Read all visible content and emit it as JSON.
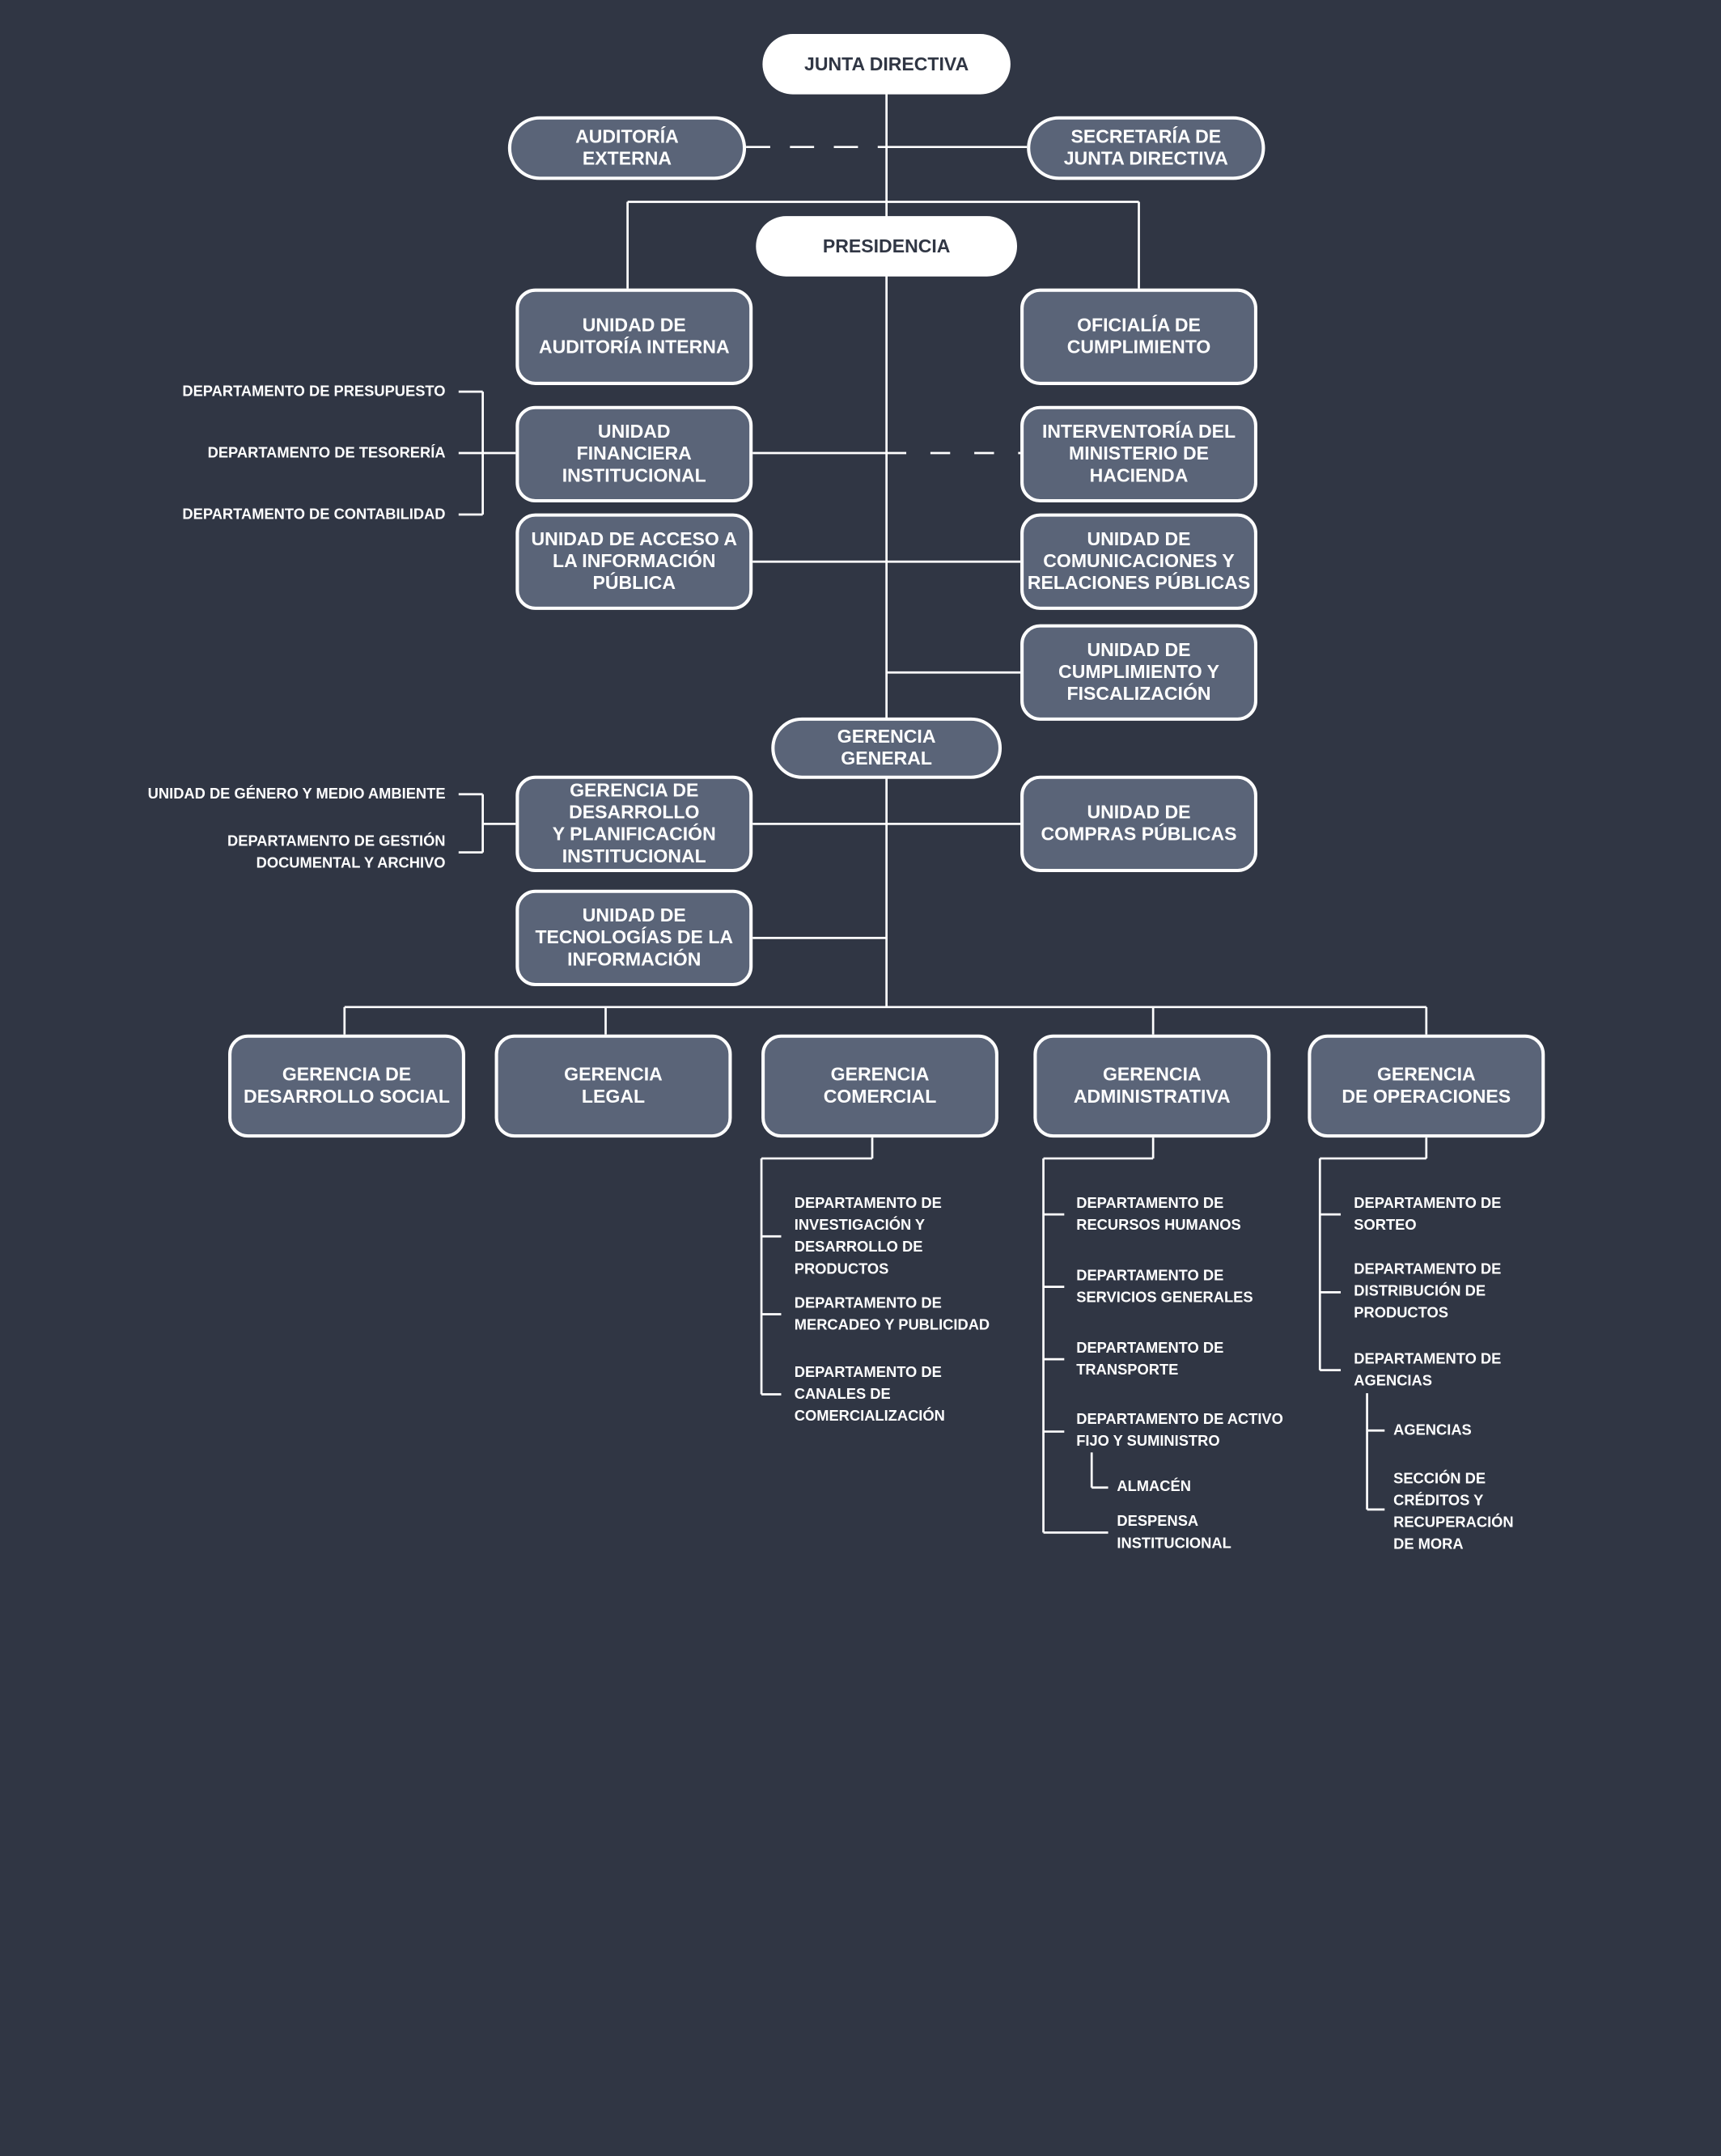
{
  "top": {
    "junta": "JUNTA DIRECTIVA",
    "auditoria_externa": "AUDITORÍA\nEXTERNA",
    "secretaria": "SECRETARÍA DE\nJUNTA DIRECTIVA",
    "presidencia": "PRESIDENCIA"
  },
  "units": {
    "auditoria_interna": "UNIDAD DE\nAUDITORÍA INTERNA",
    "oficialia": "OFICIALÍA DE\nCUMPLIMIENTO",
    "financiera": "UNIDAD\nFINANCIERA\nINSTITUCIONAL",
    "interventoria": "INTERVENTORÍA DEL\nMINISTERIO DE\nHACIENDA",
    "acceso_info": "UNIDAD DE ACCESO A\nLA INFORMACIÓN\nPÚBLICA",
    "comunicaciones": "UNIDAD DE\nCOMUNICACIONES Y\nRELACIONES PÚBLICAS",
    "cumplimiento_fisc": "UNIDAD DE\nCUMPLIMIENTO Y\nFISCALIZACIÓN",
    "gerencia_general": "GERENCIA\nGENERAL",
    "desarrollo_planif": "GERENCIA DE\nDESARROLLO\nY PLANIFICACIÓN\nINSTITUCIONAL",
    "compras": "UNIDAD DE\nCOMPRAS PÚBLICAS",
    "tecnologias": "UNIDAD DE\nTECNOLOGÍAS DE LA\nINFORMACIÓN"
  },
  "financiera_depts": [
    "DEPARTAMENTO DE PRESUPUESTO",
    "DEPARTAMENTO DE TESORERÍA",
    "DEPARTAMENTO DE CONTABILIDAD"
  ],
  "desarrollo_depts": [
    "UNIDAD DE GÉNERO Y MEDIO AMBIENTE",
    "DEPARTAMENTO DE GESTIÓN\nDOCUMENTAL Y ARCHIVO"
  ],
  "gerencias": [
    "GERENCIA DE\nDESARROLLO SOCIAL",
    "GERENCIA\nLEGAL",
    "GERENCIA\nCOMERCIAL",
    "GERENCIA\nADMINISTRATIVA",
    "GERENCIA\nDE OPERACIONES"
  ],
  "comercial_depts": [
    "DEPARTAMENTO DE\nINVESTIGACIÓN Y\nDESARROLLO DE\nPRODUCTOS",
    "DEPARTAMENTO DE\nMERCADEO Y PUBLICIDAD",
    "DEPARTAMENTO DE\nCANALES DE\nCOMERCIALIZACIÓN"
  ],
  "administrativa_depts": [
    "DEPARTAMENTO DE\nRECURSOS HUMANOS",
    "DEPARTAMENTO DE\nSERVICIOS GENERALES",
    "DEPARTAMENTO DE\nTRANSPORTE",
    "DEPARTAMENTO DE ACTIVO\nFIJO Y SUMINISTRO",
    "ALMACÉN",
    "DESPENSA\nINSTITUCIONAL"
  ],
  "operaciones_depts": [
    "DEPARTAMENTO DE\nSORTEO",
    "DEPARTAMENTO DE\nDISTRIBUCIÓN DE\nPRODUCTOS",
    "DEPARTAMENTO DE\nAGENCIAS",
    "AGENCIAS",
    "SECCIÓN DE\nCRÉDITOS Y\nRECUPERACIÓN\nDE MORA"
  ]
}
